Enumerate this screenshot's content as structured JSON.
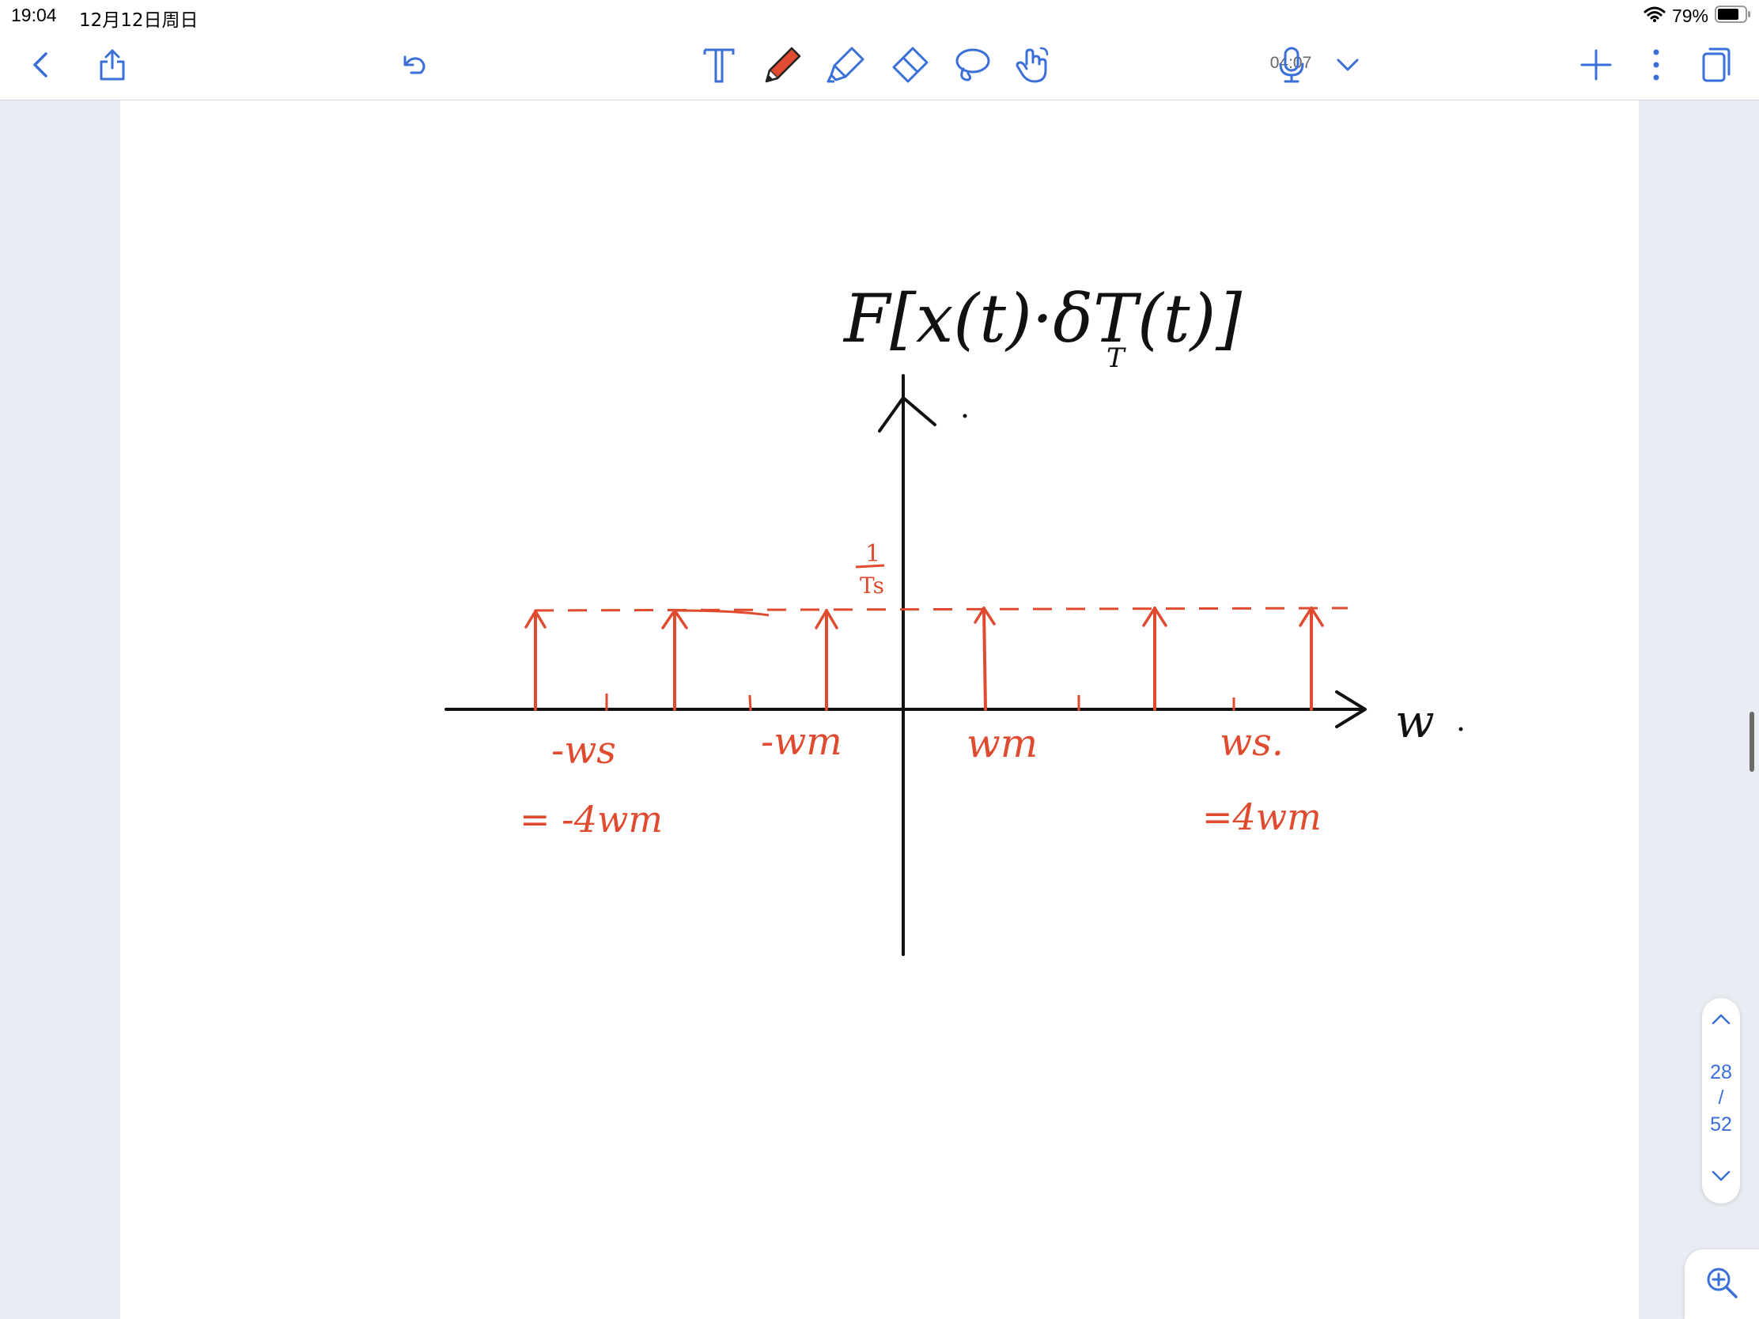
{
  "status_bar": {
    "time": "19:04",
    "date": "12月12日周日",
    "battery_percent": "79%",
    "battery_level": 0.79
  },
  "toolbar": {
    "recording_time": "04:07",
    "accent_color": "#3a6fd8",
    "left_icons": [
      "back-icon",
      "share-icon",
      "undo-icon"
    ],
    "tools": [
      "text-tool-icon",
      "pen-tool-icon",
      "highlighter-tool-icon",
      "eraser-tool-icon",
      "lasso-tool-icon",
      "hand-tool-icon"
    ],
    "right_icons": [
      "microphone-icon",
      "chevron-down-icon",
      "add-icon",
      "more-icon",
      "pages-icon"
    ]
  },
  "note": {
    "title": "F[x(t)·δT(t)]",
    "title_subscript": "T",
    "axis_label": "w",
    "amplitude_label": "1/Ts",
    "ink_colors": {
      "black": "#111111",
      "red": "#e04a2f"
    },
    "impulse_labels": {
      "neg_ws": "-ws",
      "neg_ws_eq": "= -4wm",
      "neg_wm": "-wm",
      "wm": "wm",
      "ws": "ws.",
      "ws_eq": "=4wm"
    }
  },
  "page_nav": {
    "current": "28",
    "separator": "/",
    "total": "52"
  }
}
